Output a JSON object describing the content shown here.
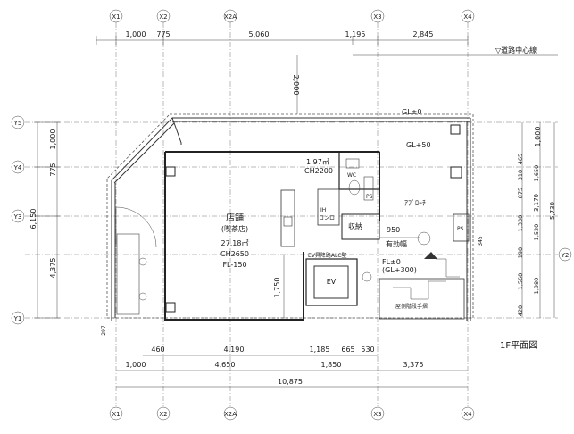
{
  "grid": {
    "x_axes": [
      "X1",
      "X2",
      "X2A",
      "X3",
      "X4"
    ],
    "y_axes": [
      "Y5",
      "Y4",
      "Y3",
      "Y2",
      "Y1"
    ]
  },
  "dimensions": {
    "top": [
      "1,000",
      "775",
      "5,060",
      "1,195",
      "2,845"
    ],
    "bottom_row1": [
      "460",
      "4,190",
      "1,185",
      "665",
      "530"
    ],
    "bottom_row2": [
      "1,000",
      "4,650",
      "1,850",
      "3,375"
    ],
    "bottom_total": "10,875",
    "left_row1": [
      "1,000",
      "775"
    ],
    "left_row2": [
      "6,150",
      "4,375"
    ],
    "left_small": "297",
    "right_row1": [
      "1,000",
      "465",
      "1,650",
      "310",
      "875",
      "1,330",
      "190",
      "1,560",
      "420"
    ],
    "right_row2": [
      "3,170",
      "1,520",
      "1,980"
    ],
    "right_total": "5,730",
    "inner": [
      "2,000",
      "1,750",
      "950",
      "345"
    ]
  },
  "labels": {
    "road_center": "▽道路中心線",
    "gl0": "GL±0",
    "gl50": "GL+50",
    "wc_area": "1.97㎡",
    "wc_ch": "CH2200",
    "wc": "WC",
    "ps": "PS",
    "ih": "IH",
    "konro": "コンロ",
    "storage": "収納",
    "approach": "ｱﾌﾟﾛｰﾁ",
    "effective_width": "有効幅",
    "fl_level": "FL±0",
    "fl_gl": "(GL+300)",
    "ev_wall": "EV昇降路ALC壁",
    "ev": "EV",
    "stair": "屋側階段手摺",
    "shop": "店舗",
    "shop_type": "(喫茶店)",
    "shop_area": "27.18㎡",
    "shop_ch": "CH2650",
    "shop_fl": "FL-150",
    "plan_title": "1F平面図"
  }
}
